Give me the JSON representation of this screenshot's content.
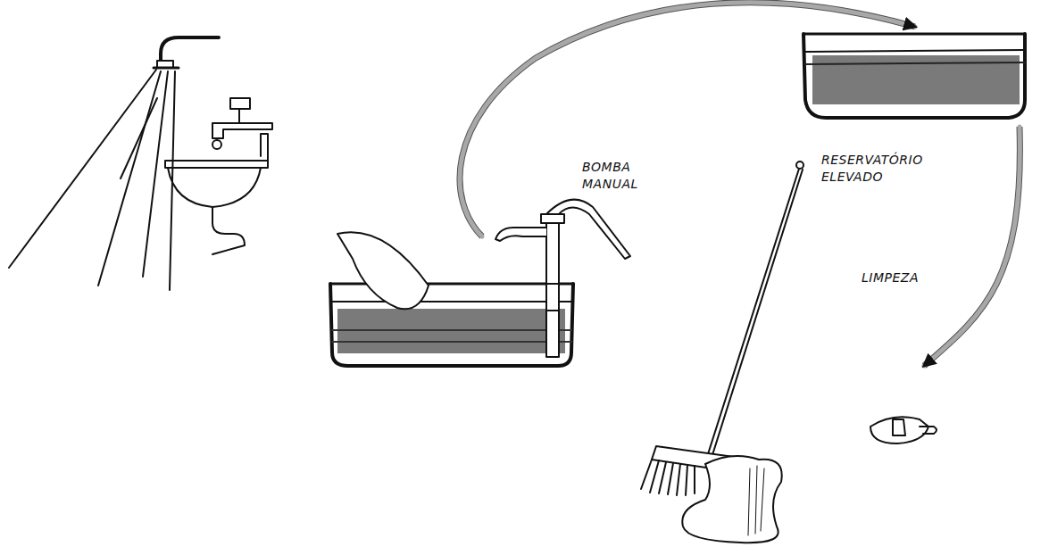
{
  "diagram": {
    "nodes": [
      {
        "text": [
          "BOMBA MANUAL"
        ]
      },
      {
        "text": [
          "RESERVATÓRIO ELEVADO"
        ]
      },
      {
        "text": [
          "LIMPEZA"
        ]
      }
    ],
    "edges": [
      {
        "from": 0,
        "to": 1,
        "arrow": "to"
      },
      {
        "from": 1,
        "to": 2,
        "arrow": "to"
      }
    ]
  }
}
